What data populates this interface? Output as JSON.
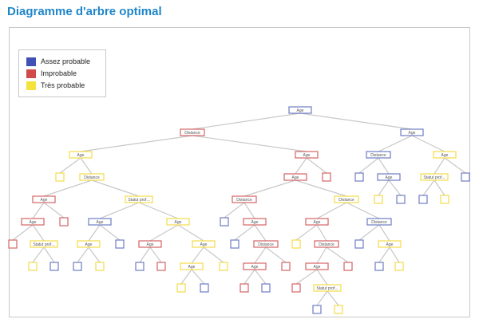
{
  "page": {
    "title": "Diagramme d'arbre optimal"
  },
  "legend": [
    {
      "label": "Assez probable",
      "color": "#3f51b5"
    },
    {
      "label": "Improbable",
      "color": "#d04a4a"
    },
    {
      "label": "Très probable",
      "color": "#f5e33c"
    }
  ],
  "colors": {
    "blue": "#6f7cc4",
    "red": "#d46565",
    "yellow": "#f3dc4a",
    "edge": "#c8c8c8"
  },
  "tree": {
    "label": "Age",
    "c": "blue",
    "children": [
      {
        "label": "Distance",
        "c": "red",
        "children": [
          {
            "label": "Age",
            "c": "yellow",
            "children": [
              {
                "c": "yellow"
              },
              {
                "label": "Distance",
                "c": "yellow",
                "children": [
                  {
                    "label": "Age",
                    "c": "red",
                    "children": [
                      {
                        "label": "Age",
                        "c": "red",
                        "children": [
                          {
                            "c": "red"
                          },
                          {
                            "label": "Statut prof...",
                            "c": "yellow",
                            "children": [
                              {
                                "c": "yellow"
                              },
                              {
                                "c": "blue"
                              }
                            ]
                          }
                        ]
                      },
                      {
                        "c": "red"
                      }
                    ]
                  },
                  {
                    "label": "Statut prof...",
                    "c": "yellow",
                    "children": [
                      {
                        "label": "Age",
                        "c": "blue",
                        "children": [
                          {
                            "label": "Age",
                            "c": "yellow",
                            "children": [
                              {
                                "c": "blue"
                              },
                              {
                                "c": "yellow"
                              }
                            ]
                          },
                          {
                            "c": "blue"
                          }
                        ]
                      },
                      {
                        "label": "Age",
                        "c": "yellow",
                        "children": [
                          {
                            "label": "Age",
                            "c": "red",
                            "children": [
                              {
                                "c": "blue"
                              },
                              {
                                "c": "red"
                              }
                            ]
                          },
                          {
                            "label": "Age",
                            "c": "yellow",
                            "children": [
                              {
                                "label": "Age",
                                "c": "yellow",
                                "children": [
                                  {
                                    "c": "yellow"
                                  },
                                  {
                                    "c": "blue"
                                  }
                                ]
                              },
                              {
                                "c": "yellow"
                              }
                            ]
                          }
                        ]
                      }
                    ]
                  }
                ]
              }
            ]
          },
          {
            "label": "Age",
            "c": "red",
            "children": [
              {
                "label": "Age",
                "c": "red",
                "children": [
                  {
                    "label": "Distance",
                    "c": "red",
                    "children": [
                      {
                        "c": "blue"
                      },
                      {
                        "label": "Age",
                        "c": "red",
                        "children": [
                          {
                            "c": "blue"
                          },
                          {
                            "label": "Distance",
                            "c": "red",
                            "children": [
                              {
                                "label": "Age",
                                "c": "red",
                                "children": [
                                  {
                                    "c": "red"
                                  },
                                  {
                                    "c": "blue"
                                  }
                                ]
                              },
                              {
                                "c": "red"
                              }
                            ]
                          }
                        ]
                      }
                    ]
                  },
                  {
                    "label": "Distance",
                    "c": "yellow",
                    "children": [
                      {
                        "label": "Age",
                        "c": "red",
                        "children": [
                          {
                            "c": "yellow"
                          },
                          {
                            "label": "Distance",
                            "c": "red",
                            "children": [
                              {
                                "label": "Age",
                                "c": "red",
                                "children": [
                                  {
                                    "c": "red"
                                  },
                                  {
                                    "label": "Statut prof...",
                                    "c": "yellow",
                                    "children": [
                                      {
                                        "c": "blue"
                                      },
                                      {
                                        "c": "yellow"
                                      }
                                    ]
                                  }
                                ]
                              },
                              {
                                "c": "red"
                              }
                            ]
                          }
                        ]
                      },
                      {
                        "label": "Distance",
                        "c": "blue",
                        "children": [
                          {
                            "c": "blue"
                          },
                          {
                            "label": "Age",
                            "c": "yellow",
                            "children": [
                              {
                                "c": "blue"
                              },
                              {
                                "c": "yellow"
                              }
                            ]
                          }
                        ]
                      }
                    ]
                  }
                ]
              },
              {
                "c": "red"
              }
            ]
          }
        ]
      },
      {
        "label": "Age",
        "c": "blue",
        "children": [
          {
            "label": "Distance",
            "c": "blue",
            "children": [
              {
                "c": "blue"
              },
              {
                "label": "Age",
                "c": "blue",
                "children": [
                  {
                    "c": "yellow"
                  },
                  {
                    "c": "blue"
                  }
                ]
              }
            ]
          },
          {
            "label": "Age",
            "c": "yellow",
            "children": [
              {
                "label": "Statut prof...",
                "c": "yellow",
                "children": [
                  {
                    "c": "blue"
                  },
                  {
                    "c": "yellow"
                  }
                ]
              },
              {
                "c": "blue"
              }
            ]
          }
        ]
      }
    ]
  }
}
